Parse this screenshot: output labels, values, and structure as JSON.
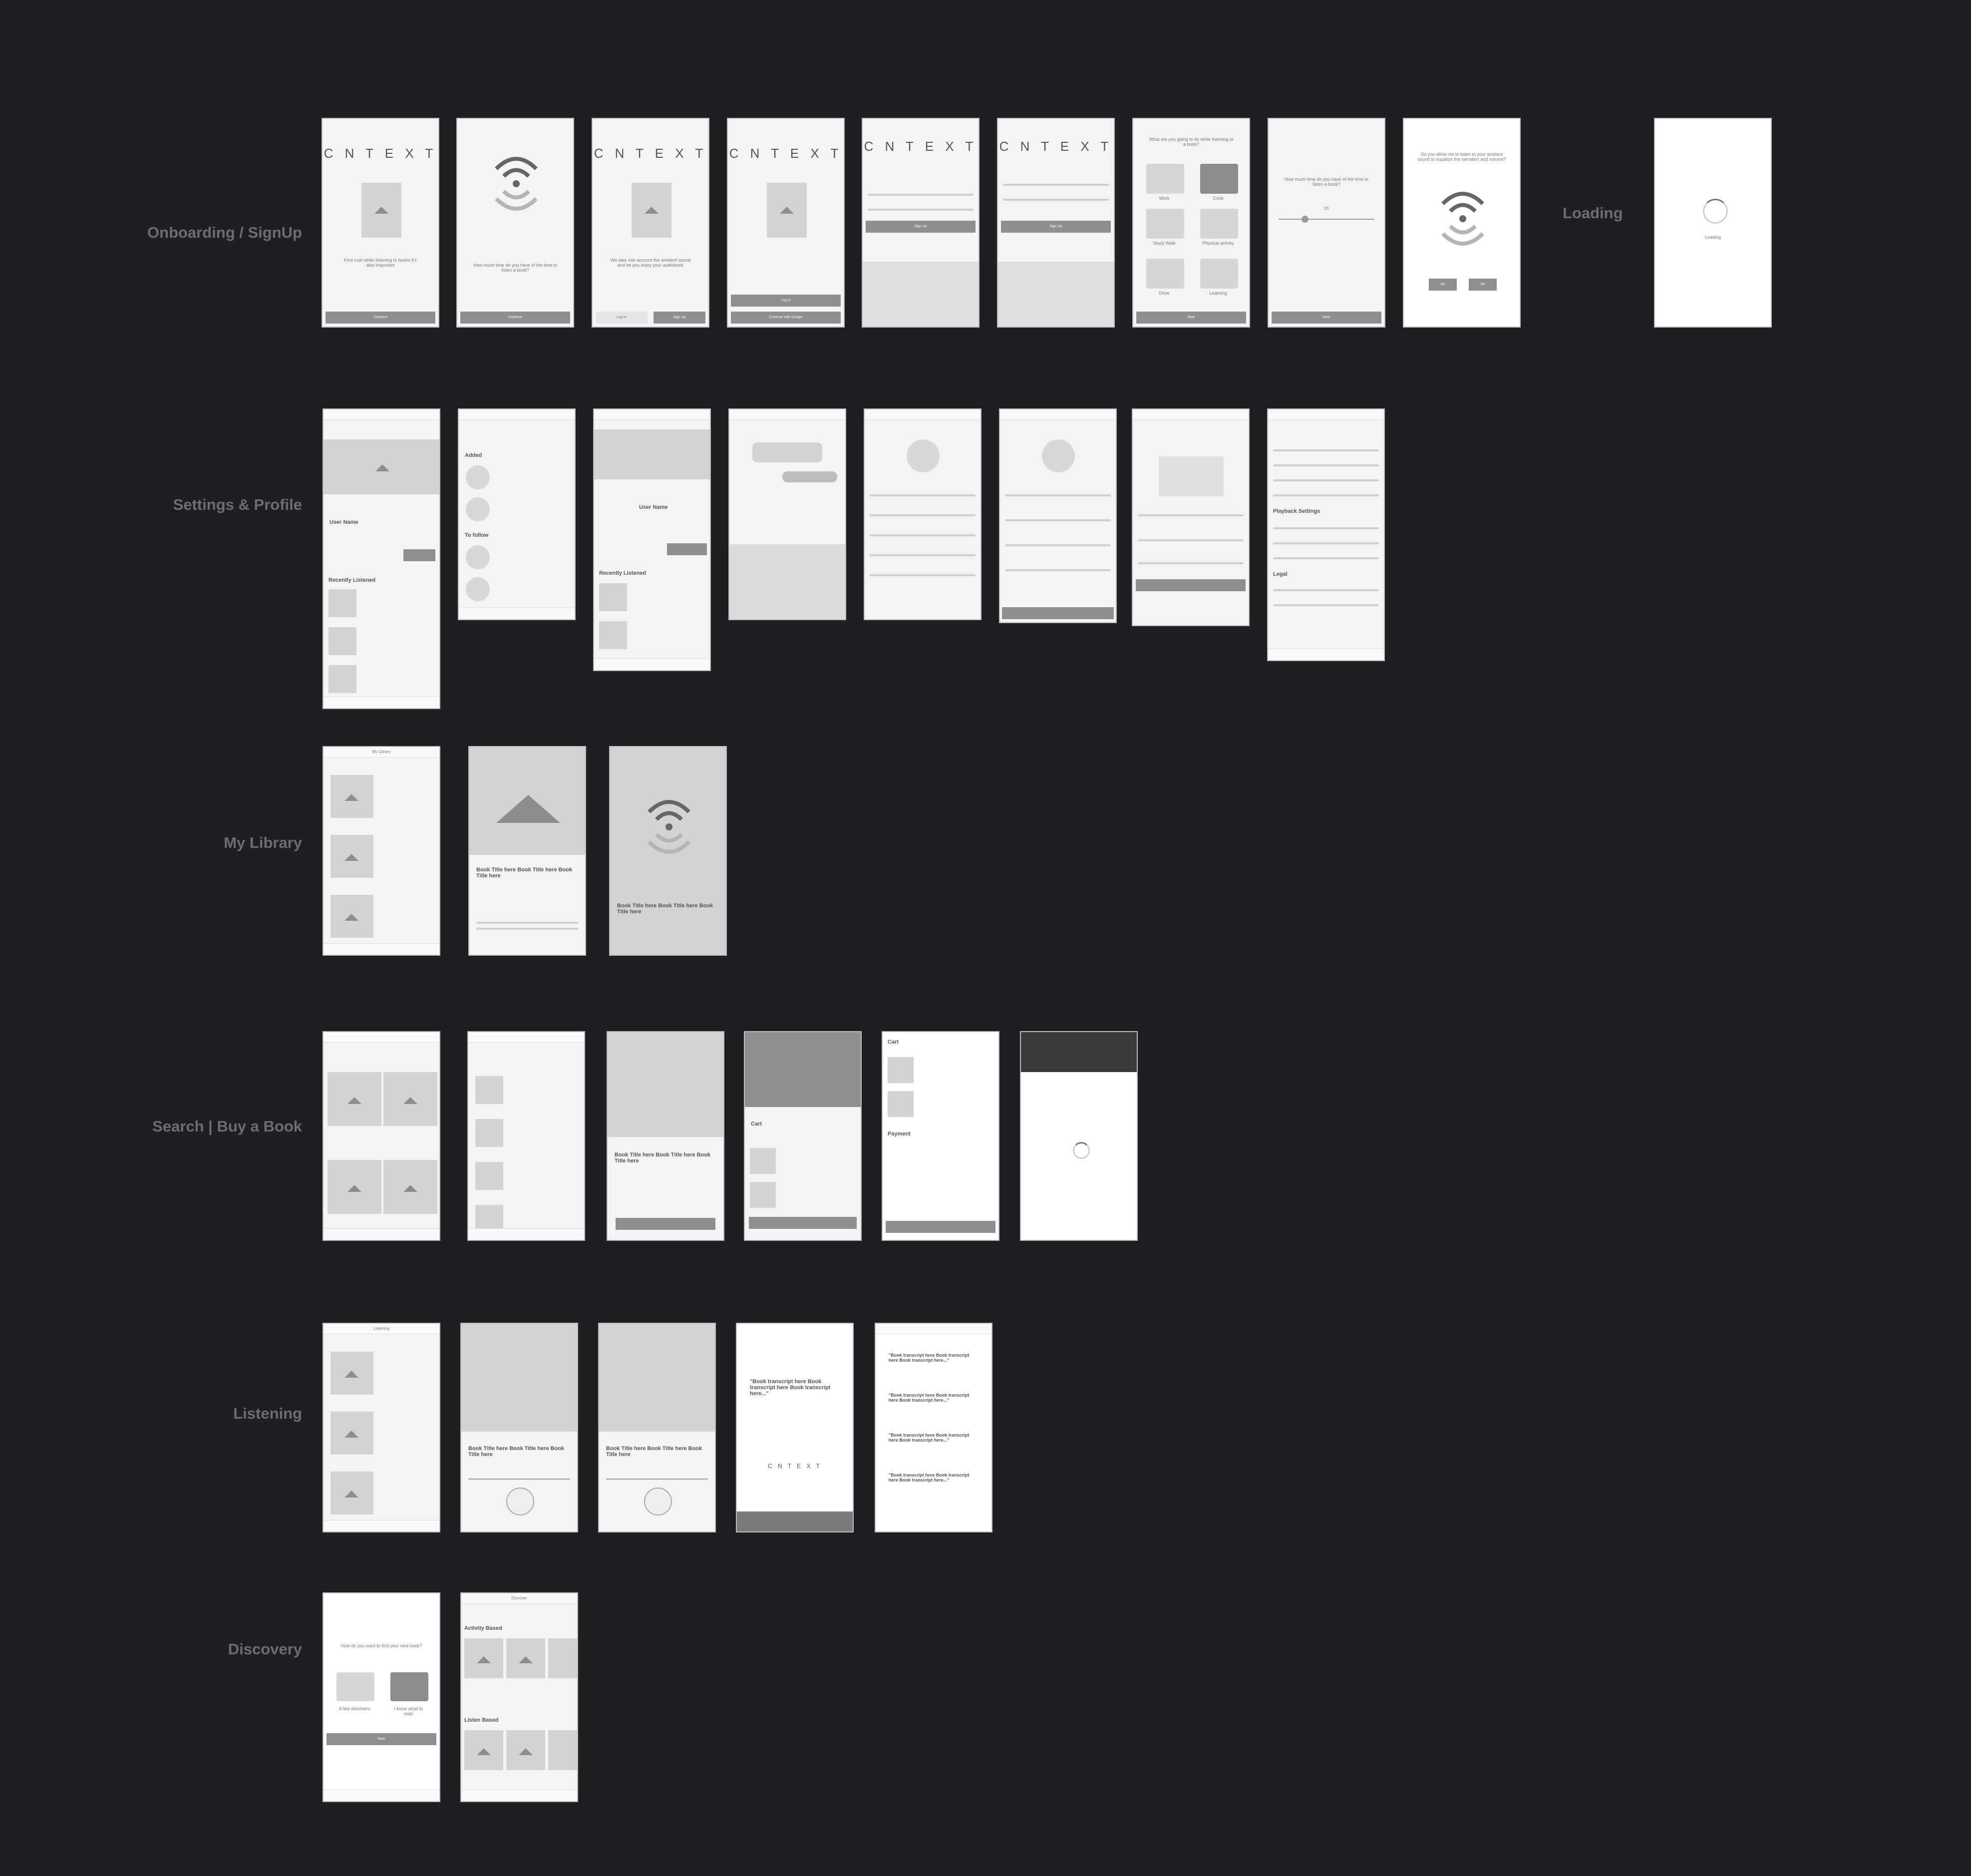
{
  "colors": {
    "background": "#1e1f22",
    "label": "#6c6d70",
    "screen": "#f4f4f4",
    "button": "#8f8f8f",
    "placeholder": "#d3d3d3"
  },
  "rows": [
    {
      "label": "Onboarding / SignUp"
    },
    {
      "label": "Settings & Profile"
    },
    {
      "label": "My Library"
    },
    {
      "label": "Search | Buy a Book"
    },
    {
      "label": "Listening"
    },
    {
      "label": "Discovery"
    }
  ],
  "loading_label": "Loading",
  "brand": "C N T E X T",
  "onboarding": {
    "s1_text": "Find rush while listening to books it's also important",
    "s1_btn": "Continue",
    "s2_text": "How much time do you have of the time to listen a book?",
    "s2_btn": "Continue",
    "s3_text": "We take into account the ambient sound and let you enjoy your audiobook",
    "s3_btn_left": "Log In",
    "s3_btn_right": "Sign Up",
    "s4_btn_top": "Log In",
    "s4_btn_bottom": "Continue with Google",
    "s5_btn": "Sign Up",
    "s6_btn": "Sign Up",
    "s7_title": "What are you going to do while listening to a book?",
    "s7_tiles": [
      "Work",
      "Cook",
      "Study Walk",
      "Physical activity",
      "Drive",
      "Learning"
    ],
    "s7_btn": "Next",
    "s8_title": "How much time do you have of the time to listen a book?",
    "s8_value": "1h",
    "s8_btn": "Next",
    "s9_title": "Do you allow me to listen to your ambient sound to equalize the narration and volume?",
    "s9_btn_left": "No",
    "s9_btn_right": "OK",
    "loading_text": "Loading"
  },
  "settings": {
    "profile_name": "User Name",
    "recently": "Recently Listened",
    "added": "Added",
    "to_follow": "To follow",
    "playback": "Playback Settings",
    "legal": "Legal"
  },
  "library": {
    "title": "My Library",
    "book_title": "Book Title here Book Title here Book Title here"
  },
  "search": {
    "cart": "Cart",
    "payment": "Payment"
  },
  "listening": {
    "title": "Listening",
    "quote": "\"Book transcript here Book transcript here Book transcript here...\"",
    "book_title": "Book Title here Book Title here Book Title here"
  },
  "discovery": {
    "question": "How do you want to find your next book?",
    "opt1": "A few discovers",
    "opt2": "I know what to read",
    "btn": "Next",
    "section1": "Activity Based",
    "section2": "Listen Based",
    "header": "Discover"
  }
}
